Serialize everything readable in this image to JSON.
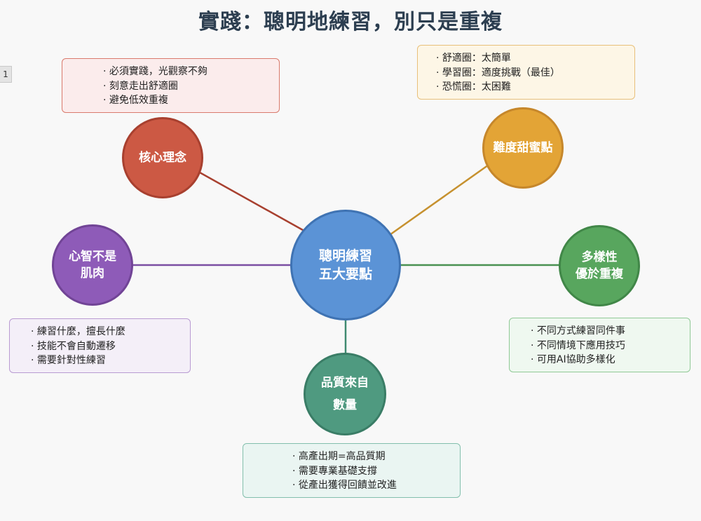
{
  "title": "實踐：聰明地練習，別只是重複",
  "page_tab": "1",
  "center": {
    "line1": "聰明練習",
    "line2": "五大要點"
  },
  "nodes": {
    "core": {
      "line1": "核心理念",
      "color": "#cc5944"
    },
    "sweet": {
      "line1": "難度甜蜜點",
      "color": "#e3a436"
    },
    "mind": {
      "line1": "心智不是",
      "line2": "肌肉",
      "color": "#8e5bb8"
    },
    "diversity": {
      "line1": "多樣性",
      "line2": "優於重複",
      "color": "#58a65e"
    },
    "quality": {
      "line1": "品質來自",
      "line2": "數量",
      "color": "#4f9a80"
    }
  },
  "boxes": {
    "core": [
      "必須實踐，光觀察不夠",
      "刻意走出舒適圈",
      "避免低效重複"
    ],
    "sweet": [
      "舒適圈：太簡單",
      "學習圈：適度挑戰（最佳）",
      "恐慌圈：太困難"
    ],
    "mind": [
      "練習什麼，擅長什麼",
      "技能不會自動遷移",
      "需要針對性練習"
    ],
    "diversity": [
      "不同方式練習同件事",
      "不同情境下應用技巧",
      "可用AI協助多樣化"
    ],
    "quality": [
      "高產出期=高品質期",
      "需要專業基礎支撐",
      "從產出獲得回饋並改進"
    ]
  }
}
